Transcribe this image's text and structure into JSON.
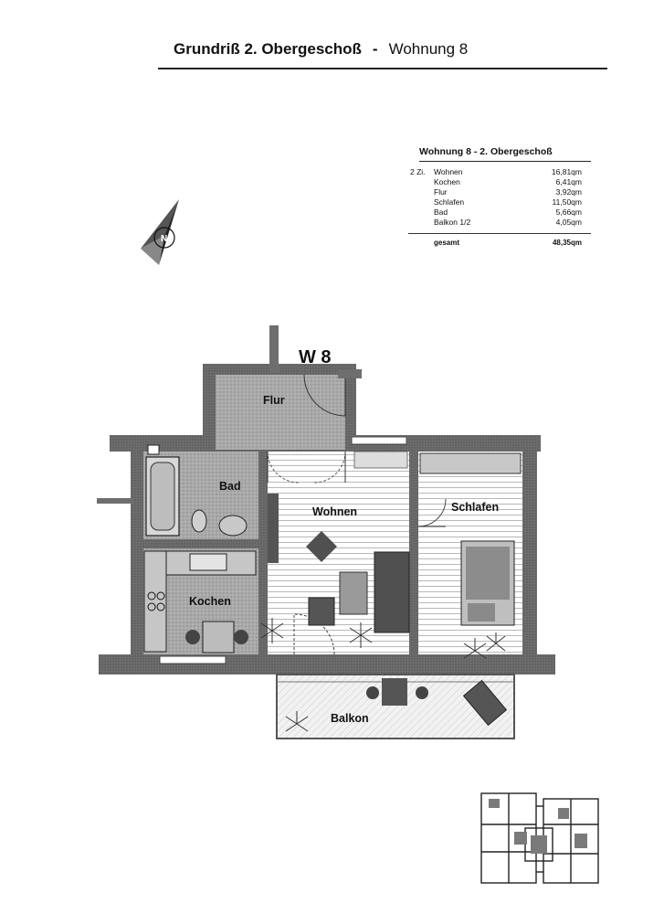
{
  "header": {
    "title_bold": "Grundriß 2. Obergeschoß",
    "separator": "-",
    "title_unit": "Wohnung 8"
  },
  "area_table": {
    "heading": "Wohnung 8 - 2. Obergeschoß",
    "rooms_count": "2 Zi.",
    "rows": [
      {
        "name": "Wohnen",
        "value": "16,81qm"
      },
      {
        "name": "Kochen",
        "value": "6,41qm"
      },
      {
        "name": "Flur",
        "value": "3,92qm"
      },
      {
        "name": "Schlafen",
        "value": "11,50qm"
      },
      {
        "name": "Bad",
        "value": "5,66qm"
      },
      {
        "name": "Balkon 1/2",
        "value": "4,05qm"
      }
    ],
    "total_label": "gesamt",
    "total_value": "48,35qm"
  },
  "plan": {
    "unit_label": "W 8",
    "rooms": {
      "flur": "Flur",
      "bad": "Bad",
      "wohnen": "Wohnen",
      "schlafen": "Schlafen",
      "kochen": "Kochen",
      "balkon": "Balkon"
    }
  },
  "icons": {
    "compass": "north-arrow-icon",
    "keyplan": "building-key-plan-icon"
  },
  "colors": {
    "wall": "#6e6e6e",
    "floor_tile": "#a9a9a9",
    "furniture": "#505050"
  }
}
